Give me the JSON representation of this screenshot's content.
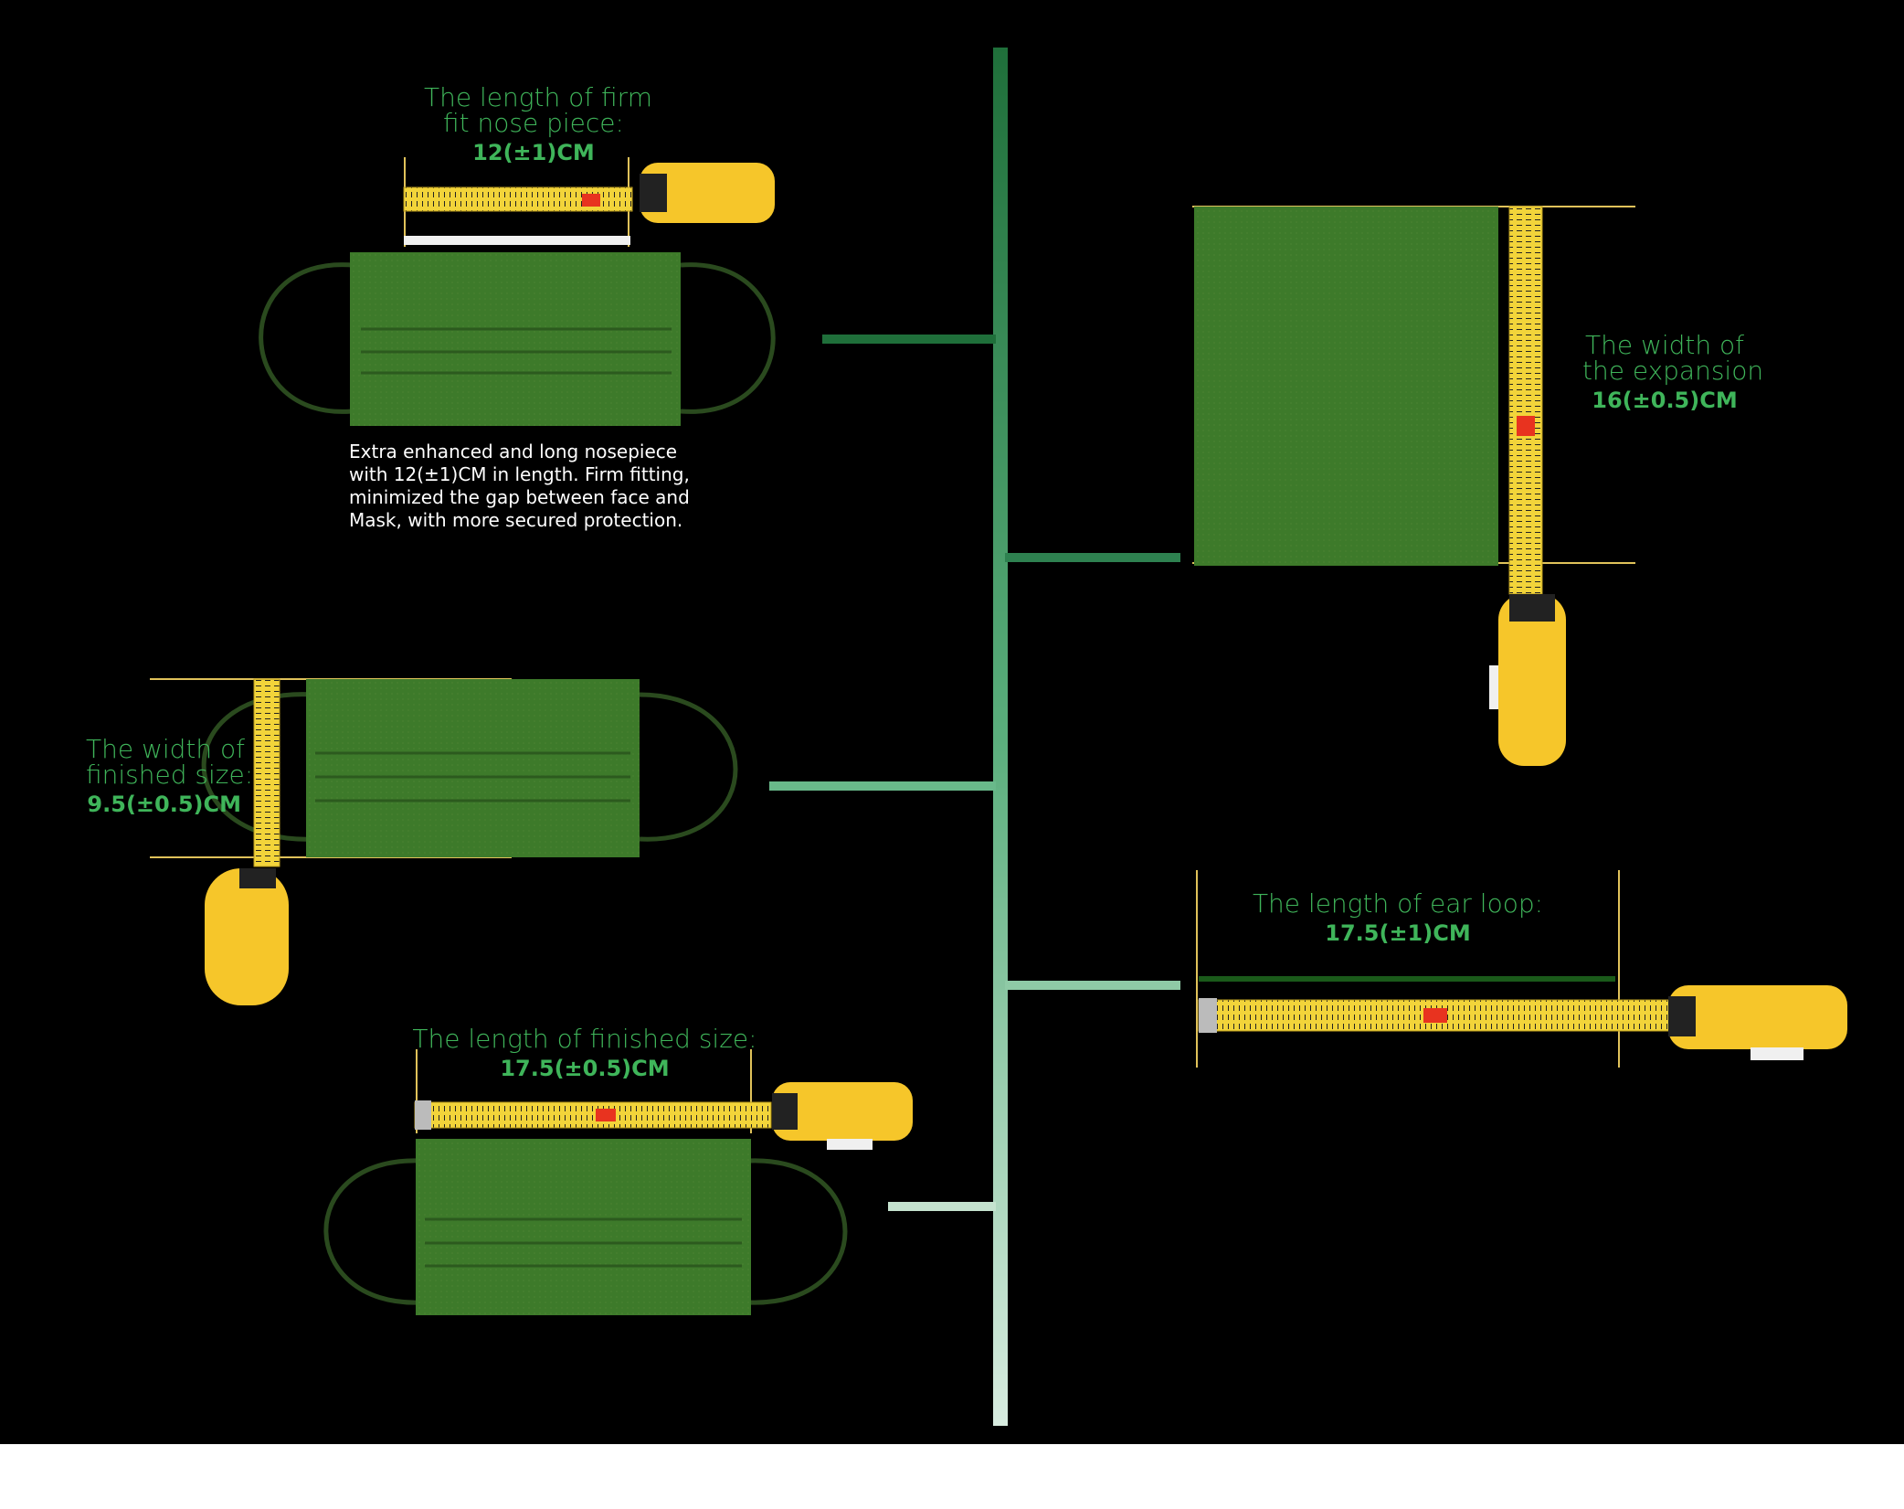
{
  "nose_piece": {
    "title_line1": "The length of firm",
    "title_line2": "fit nose piece:",
    "value": "12(±1)CM",
    "description": [
      "Extra enhanced and long nosepiece",
      "with 12(±1)CM in length. Firm fitting,",
      "minimized the gap between face and",
      "Mask, with more secured protection."
    ]
  },
  "expansion_width": {
    "title_line1": "The width of",
    "title_line2": "the expansion",
    "value": "16(±0.5)CM"
  },
  "finished_width": {
    "title_line1": "The width of",
    "title_line2": "finished size:",
    "value": "9.5(±0.5)CM"
  },
  "ear_loop": {
    "title": "The length of ear loop:",
    "value": "17.5(±1)CM"
  },
  "finished_length": {
    "title": "The length of finished size:",
    "value": "17.5(±0.5)CM"
  },
  "colors": {
    "background": "#000000",
    "label_green": "#3fb55a",
    "mask_green": "#3d7a2a",
    "tape_yellow": "#f2d43a",
    "reel_yellow": "#f6c62a",
    "guide_line": "#e0c25a"
  }
}
